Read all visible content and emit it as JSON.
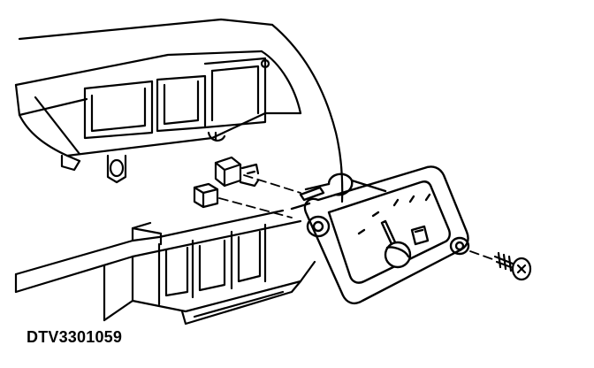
{
  "figure": {
    "id": "DTV3301059"
  },
  "colors": {
    "ink": "#000000",
    "paper": "#ffffff"
  },
  "parts": [
    "instrument-panel-upper",
    "instrument-panel-lower",
    "wiring-clip-upper",
    "wiring-clip-middle",
    "wiring-clip-lower",
    "fuel-gauge",
    "gauge-needle",
    "mounting-screw"
  ]
}
